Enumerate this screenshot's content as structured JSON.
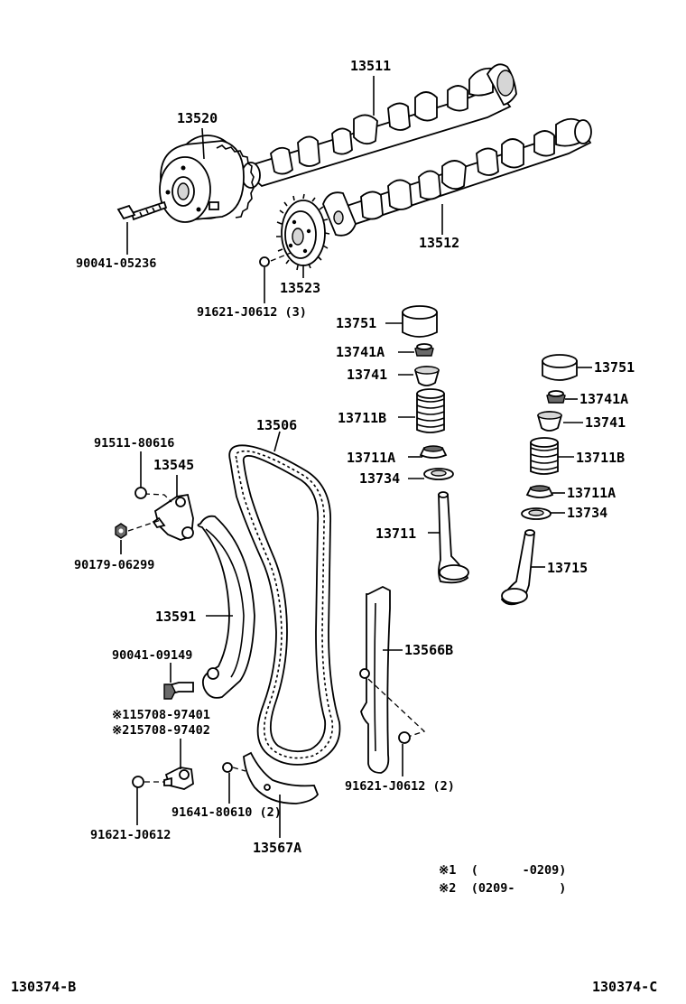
{
  "diagram_id_left": "130374-B",
  "diagram_id_right": "130374-C",
  "parts": {
    "p13511": "13511",
    "p13520": "13520",
    "p13512": "13512",
    "p90041_05236": "90041-05236",
    "p13523": "13523",
    "p91621_j0612_3": "91621-J0612 (3)",
    "p13751_a": "13751",
    "p13741a_a": "13741A",
    "p13741_a": "13741",
    "p13711b_a": "13711B",
    "p13711a_a": "13711A",
    "p13734_a": "13734",
    "p13711": "13711",
    "p13751_b": "13751",
    "p13741a_b": "13741A",
    "p13741_b": "13741",
    "p13711b_b": "13711B",
    "p13711a_b": "13711A",
    "p13734_b": "13734",
    "p13715": "13715",
    "p13506": "13506",
    "p91511_80616": "91511-80616",
    "p13545": "13545",
    "p90179_06299": "90179-06299",
    "p13591": "13591",
    "p90041_09149": "90041-09149",
    "p115708": "※115708-97401",
    "p215708": "※215708-97402",
    "p91621_j0612": "91621-J0612",
    "p91641_80610": "91641-80610 (2)",
    "p13567a": "13567A",
    "p13566b": "13566B",
    "p91621_j0612_2": "91621-J0612 (2)"
  },
  "notes": {
    "note1": "※1  (      -0209)",
    "note2": "※2  (0209-      )"
  }
}
